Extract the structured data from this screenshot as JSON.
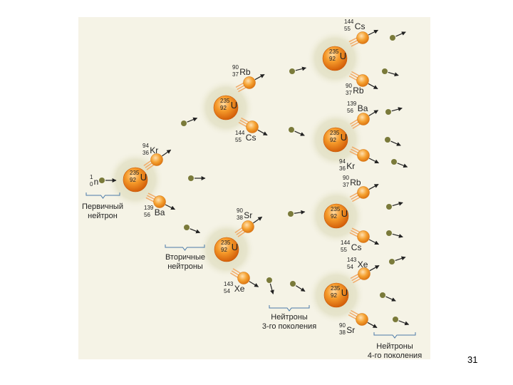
{
  "slide": {
    "page_number": "31"
  },
  "colors": {
    "panel": "#f5f3e6",
    "nucleus": "#f08c1e",
    "fragment": "#f5a030",
    "neutron": "#7a7a3a",
    "cloud": "#d6d4b4"
  },
  "nuclei": {
    "U235": {
      "mass": "235",
      "z": "92",
      "symbol": "U"
    },
    "n": {
      "mass": "1",
      "z": "0",
      "symbol": "n"
    },
    "Rb": {
      "mass": "90",
      "z": "37",
      "symbol": "Rb"
    },
    "Cs": {
      "mass": "144",
      "z": "55",
      "symbol": "Cs"
    },
    "Kr": {
      "mass": "94",
      "z": "36",
      "symbol": "Kr"
    },
    "Ba": {
      "mass": "139",
      "z": "56",
      "symbol": "Ba"
    },
    "Sr": {
      "mass": "90",
      "z": "38",
      "symbol": "Sr"
    },
    "Xe": {
      "mass": "143",
      "z": "54",
      "symbol": "Xe"
    }
  },
  "labels": {
    "primary_neutron": [
      "Первичный",
      "нейтрон"
    ],
    "secondary_neutrons": [
      "Вторичные",
      "нейтроны"
    ],
    "third_gen": [
      "Нейтроны",
      "3-го поколения"
    ],
    "fourth_gen": [
      "Нейтроны",
      "4-го поколения"
    ]
  }
}
